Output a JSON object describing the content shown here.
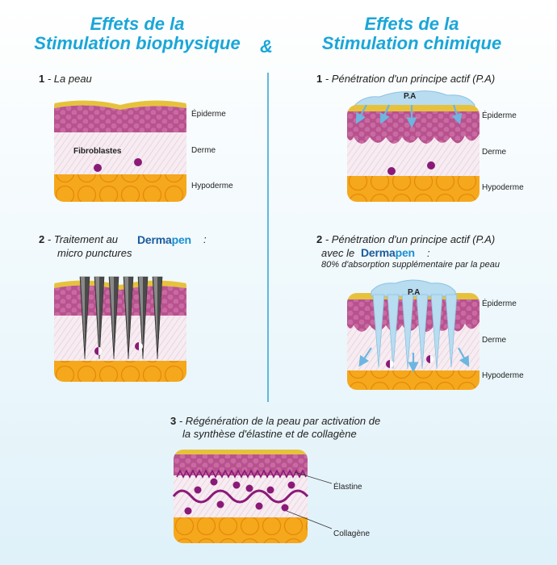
{
  "titles": {
    "left_line1": "Effets de la",
    "left_line2": "Stimulation biophysique",
    "ampersand": "&",
    "right_line1": "Effets de la",
    "right_line2": "Stimulation chimique"
  },
  "panels": {
    "p1": {
      "num": "1",
      "text": "- La peau",
      "fibro": "Fibroblastes"
    },
    "p2": {
      "num": "2",
      "text": "- Traitement au",
      "colon": ":",
      "line2": "micro punctures"
    },
    "p3": {
      "num": "1",
      "text": "- Pénétration d'un principe actif (P.A)",
      "pa": "P.A"
    },
    "p4": {
      "num": "2",
      "text": "- Pénétration d'un principe actif (P.A)",
      "line2": "avec le",
      "colon": ":",
      "line3": "80% d'absorption supplémentaire par la peau",
      "pa": "P.A"
    },
    "p5": {
      "num": "3",
      "text": "- Régénération de la peau par activation de",
      "line2": "la synthèse d'élastine et de collagène"
    }
  },
  "labels": {
    "epiderme": "Épiderme",
    "derme": "Derme",
    "hypoderme": "Hypoderme",
    "elastine": "Élastine",
    "collagene": "Collagène"
  },
  "logo": {
    "derma": "Derma",
    "pen": "pen"
  },
  "colors": {
    "accent": "#1aa6d8",
    "epidermis": "#b8528f",
    "epidermis_cells": "#c96aa2",
    "surface": "#e6c23c",
    "dermis": "#f5e9ef",
    "hypodermis": "#f5a81c",
    "fibroblast": "#8a1a78",
    "needle": "#4a4a4a",
    "fluid": "#b8dcf0"
  }
}
